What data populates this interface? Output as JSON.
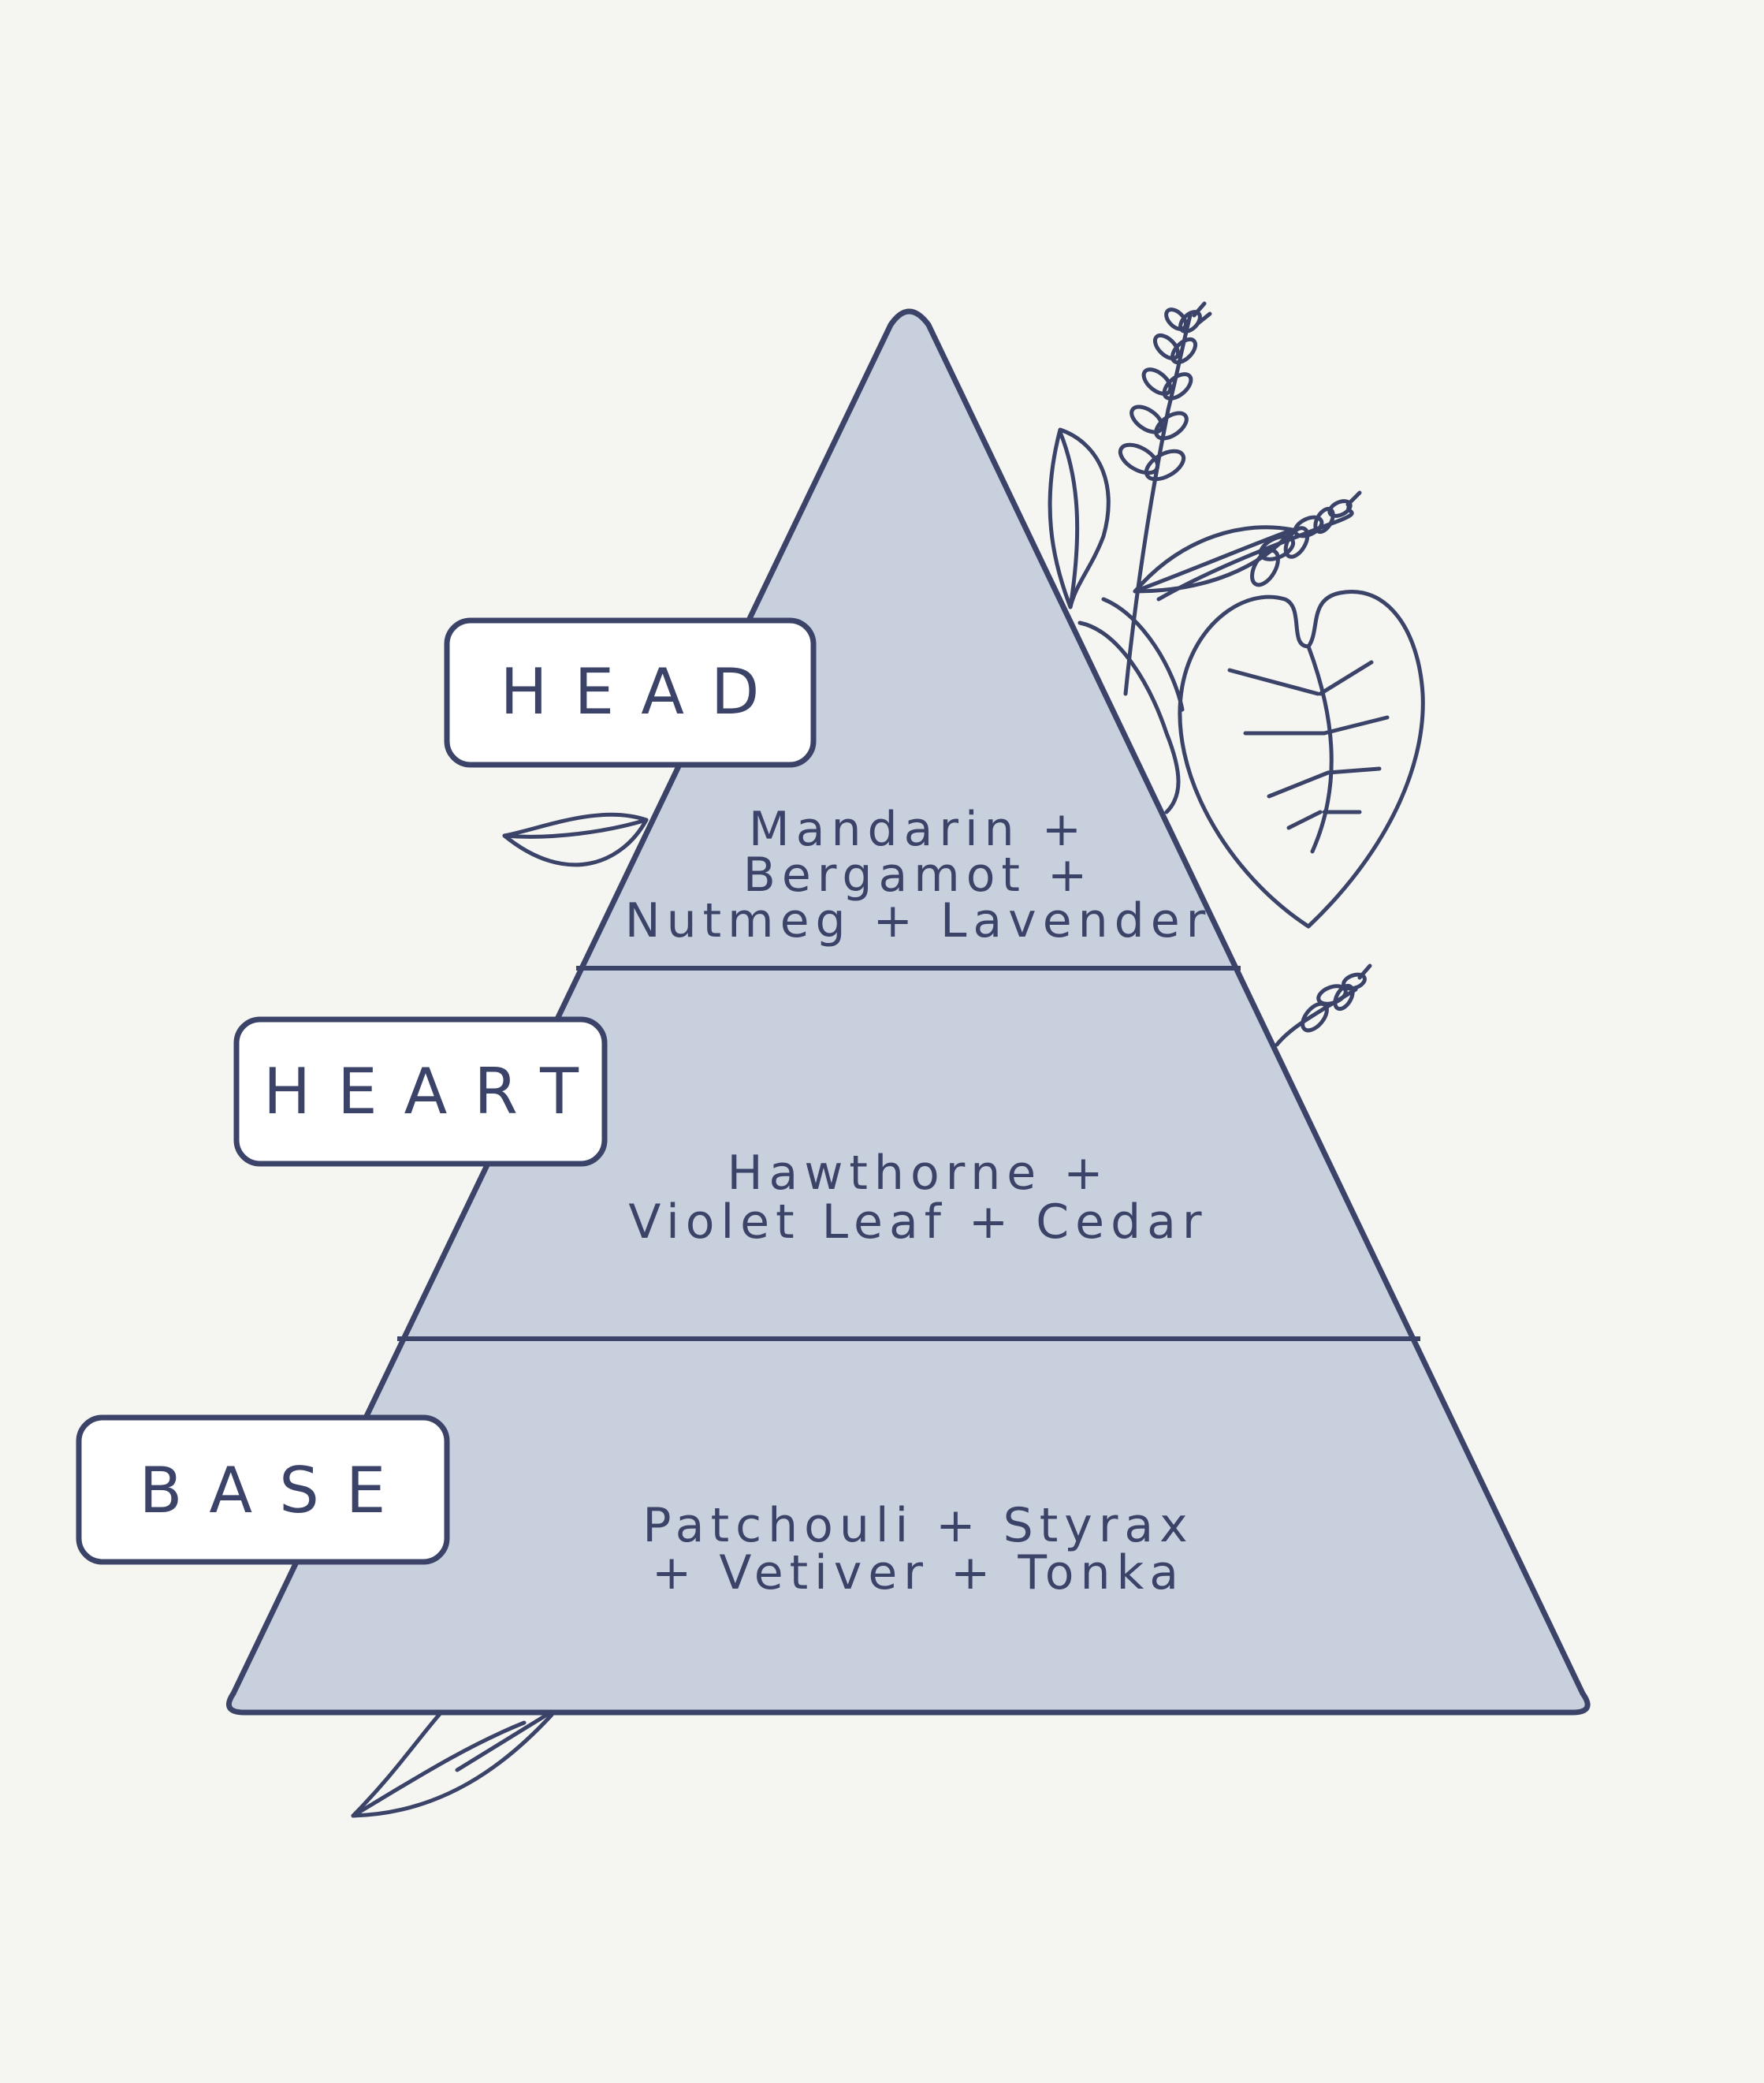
{
  "colors": {
    "background": "#f5f6f2",
    "pyramid_fill": "#c8cfdd",
    "line": "#3b4468",
    "label_fill": "#ffffff"
  },
  "pyramid": {
    "tiers": [
      {
        "label": "HEAD",
        "notes": [
          "Mandarin +",
          "Bergamot +",
          "Nutmeg + Lavender"
        ]
      },
      {
        "label": "HEART",
        "notes": [
          "Hawthorne +",
          "Violet Leaf + Cedar"
        ]
      },
      {
        "label": "BASE",
        "notes": [
          "Patchouli + Styrax",
          "+ Vetiver + Tonka"
        ]
      }
    ]
  },
  "decorations": {
    "icons": [
      "lavender-sprig-icon",
      "heart-leaf-icon",
      "leaf-icon"
    ]
  }
}
